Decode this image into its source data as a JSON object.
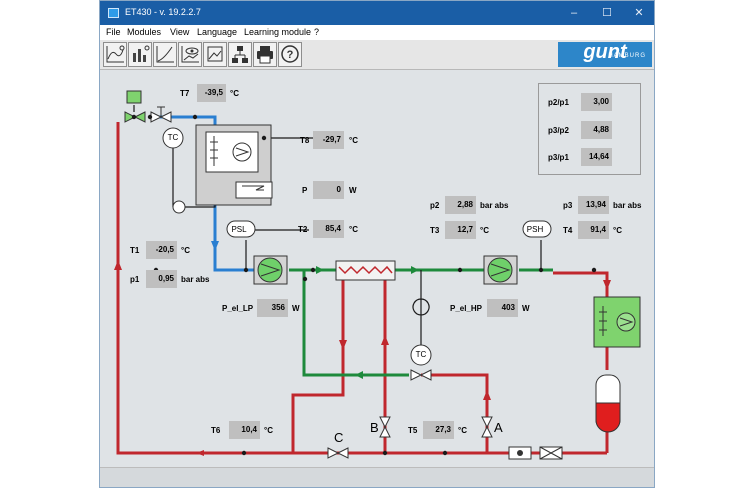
{
  "window": {
    "title": "ET430 - v. 19.2.2.7",
    "controls": [
      "–",
      "☐",
      "✕"
    ]
  },
  "menu": [
    "File",
    "Modules",
    "View",
    "Language",
    "Learning module",
    "?"
  ],
  "toolbar": {
    "buttons": [
      "chart-icon",
      "bar-chart-icon",
      "log-chart-icon",
      "eye-chart-icon",
      "image-chart-icon",
      "network-icon",
      "printer-icon",
      "help-icon"
    ],
    "logo_text": "gunt",
    "logo_sub": "HAMBURG"
  },
  "colors": {
    "hot": "#c0272d",
    "cold_line": "#2a7fd1",
    "green_line": "#1e8a3c",
    "title_bar": "#1a5ea6",
    "value_box": "#bfbfbf"
  },
  "sensors": {
    "T7": {
      "label": "T7",
      "value": "-39,5",
      "unit": "°C"
    },
    "T8": {
      "label": "T8",
      "value": "-29,7",
      "unit": "°C"
    },
    "P": {
      "label": "P",
      "value": "0",
      "unit": "W"
    },
    "T1": {
      "label": "T1",
      "value": "-20,5",
      "unit": "°C"
    },
    "p1": {
      "label": "p1",
      "value": "0,95",
      "unit": "bar abs"
    },
    "T2": {
      "label": "T2",
      "value": "85,4",
      "unit": "°C"
    },
    "p2": {
      "label": "p2",
      "value": "2,88",
      "unit": "bar abs"
    },
    "T3": {
      "label": "T3",
      "value": "12,7",
      "unit": "°C"
    },
    "p3": {
      "label": "p3",
      "value": "13,94",
      "unit": "bar abs"
    },
    "T4": {
      "label": "T4",
      "value": "91,4",
      "unit": "°C"
    },
    "P_el_LP": {
      "label": "P_el_LP",
      "value": "356",
      "unit": "W"
    },
    "P_el_HP": {
      "label": "P_el_HP",
      "value": "403",
      "unit": "W"
    },
    "T6": {
      "label": "T6",
      "value": "10,4",
      "unit": "°C"
    },
    "T5": {
      "label": "T5",
      "value": "27,3",
      "unit": "°C"
    }
  },
  "ratios": [
    {
      "label": "p2/p1",
      "value": "3,00"
    },
    {
      "label": "p3/p2",
      "value": "4,88"
    },
    {
      "label": "p3/p1",
      "value": "14,64"
    }
  ],
  "components": {
    "tc_top": "TC",
    "tc_mid": "TC",
    "psl": "PSL",
    "psh": "PSH",
    "valve_a": "A",
    "valve_b": "B",
    "valve_c": "C"
  }
}
